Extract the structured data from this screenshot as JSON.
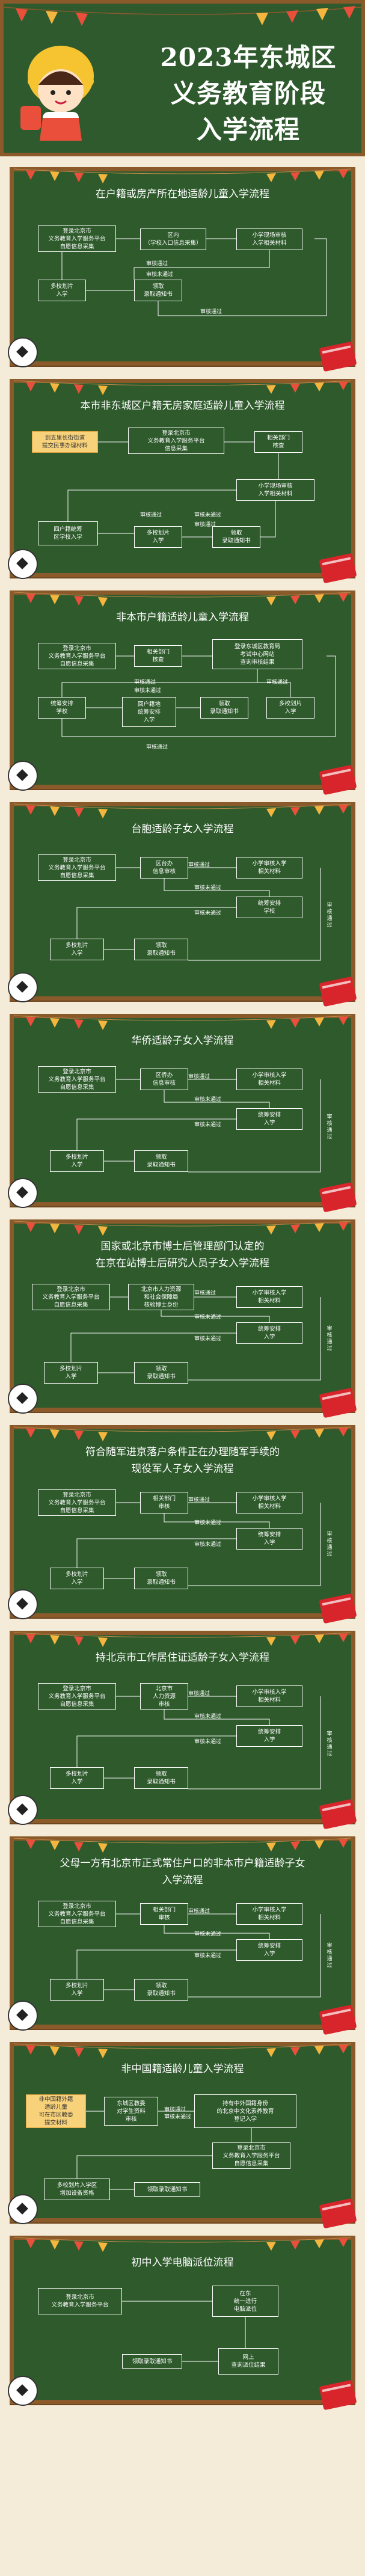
{
  "header": {
    "title": "2023年东城区\n义务教育阶段\n入学流程"
  },
  "boards": [
    {
      "title": "在户籍或房产所在地适龄儿童入学流程",
      "nodes": {
        "a": "登录北京市\n义务教育入学服务平台\n自愿信息采集",
        "b": "区内\n（学校入口信息采集）",
        "c": "小学现场审核\n入学相关材料",
        "d": "多校划片\n入学",
        "e": "领取\n录取通知书"
      },
      "labels": {
        "l1": "审核通过",
        "l2": "审核未通过",
        "l3": "审核通过"
      }
    },
    {
      "title": "本市非东城区户籍无房家庭适龄儿童入学流程",
      "nodes": {
        "a": "到五里长街街道\n提交民事办理材料",
        "b": "登录北京市\n义务教育入学服务平台\n信息采集",
        "c": "相关部门\n核查",
        "d": "小学现场审核\n入学相关材料",
        "e": "四户籍统筹\n区学校入学",
        "f": "多校划片\n入学",
        "g": "领取\n录取通知书"
      },
      "labels": {
        "l1": "审核通过",
        "l2": "审核未通过",
        "l3": "审核通过"
      }
    },
    {
      "title": "非本市户籍适龄儿童入学流程",
      "nodes": {
        "a": "登录北京市\n义务教育入学服务平台\n自愿信息采集",
        "b": "相关部门\n核查",
        "c": "登录东城区教育局\n考试中心网站\n查询审核结果",
        "d": "统筹安排\n学校",
        "e": "回户籍地\n统筹安排\n入学",
        "f": "领取\n录取通知书",
        "g": "多校划片\n入学"
      },
      "labels": {
        "l1": "审核通过",
        "l2": "审核未通过",
        "l3": "审核通过",
        "l4": "审核通过"
      }
    },
    {
      "title": "台胞适龄子女入学流程",
      "nodes": {
        "a": "登录北京市\n义务教育入学服务平台\n自愿信息采集",
        "b": "区台办\n信息审核",
        "c": "小学审核入学\n相关材料",
        "d": "统筹安排\n学校",
        "e": "多校划片\n入学",
        "f": "领取\n录取通知书"
      },
      "labels": {
        "l1": "审核通过",
        "l2": "审核未通过",
        "l3": "审核未通过",
        "l4": "审核通过"
      }
    },
    {
      "title": "华侨适龄子女入学流程",
      "nodes": {
        "a": "登录北京市\n义务教育入学服务平台\n自愿信息采集",
        "b": "区侨办\n信息审核",
        "c": "小学审核入学\n相关材料",
        "d": "统筹安排\n入学",
        "e": "多校划片\n入学",
        "f": "领取\n录取通知书"
      },
      "labels": {
        "l1": "审核通过",
        "l2": "审核未通过",
        "l3": "审核未通过",
        "l4": "审核通过"
      }
    },
    {
      "title": "国家或北京市博士后管理部门认定的\n在京在站博士后研究人员子女入学流程",
      "nodes": {
        "a": "登录北京市\n义务教育入学服务平台\n自愿信息采集",
        "b": "北京市人力资源\n和社会保障局\n核验博士身份",
        "c": "小学审核入学\n相关材料",
        "d": "统筹安排\n入学",
        "e": "多校划片\n入学",
        "f": "领取\n录取通知书"
      },
      "labels": {
        "l1": "审核通过",
        "l2": "审核未通过",
        "l3": "审核未通过",
        "l4": "审核通过"
      }
    },
    {
      "title": "符合随军进京落户条件正在办理随军手续的\n现役军人子女入学流程",
      "nodes": {
        "a": "登录北京市\n义务教育入学服务平台\n自愿信息采集",
        "b": "相关部门\n审核",
        "c": "小学审核入学\n相关材料",
        "d": "统筹安排\n入学",
        "e": "多校划片\n入学",
        "f": "领取\n录取通知书"
      },
      "labels": {
        "l1": "审核通过",
        "l2": "审核未通过",
        "l3": "审核未通过",
        "l4": "审核通过"
      }
    },
    {
      "title": "持北京市工作居住证适龄子女入学流程",
      "nodes": {
        "a": "登录北京市\n义务教育入学服务平台\n自愿信息采集",
        "b": "北京市\n人力资源\n审核",
        "c": "小学审核入学\n相关材料",
        "d": "统筹安排\n入学",
        "e": "多校划片\n入学",
        "f": "领取\n录取通知书"
      },
      "labels": {
        "l1": "审核通过",
        "l2": "审核未通过",
        "l3": "审核未通过",
        "l4": "审核通过"
      }
    },
    {
      "title": "父母一方有北京市正式常住户口的非本市户籍适龄子女\n入学流程",
      "nodes": {
        "a": "登录北京市\n义务教育入学服务平台\n自愿信息采集",
        "b": "相关部门\n审核",
        "c": "小学审核入学\n相关材料",
        "d": "统筹安排\n入学",
        "e": "多校划片\n入学",
        "f": "领取\n录取通知书"
      },
      "labels": {
        "l1": "审核通过",
        "l2": "审核未通过",
        "l3": "审核未通过",
        "l4": "审核通过"
      }
    },
    {
      "title": "非中国籍适龄儿童入学流程",
      "nodes": {
        "a": "非中国籍外籍\n适龄儿童\n可在市区教委\n提交材料",
        "b": "东城区教委\n对学生资料\n审核",
        "c": "持有中外国籍身份\n的北京中文化素养教育\n登记入学",
        "d": "登录北京市\n义务教育入学服务平台\n自愿信息采集",
        "e": "多校划片入学区\n增加设备资格",
        "f": "领取录取通知书"
      },
      "labels": {
        "l1": "审核通过",
        "l2": "审核未通过"
      }
    },
    {
      "title": "初中入学电脑派位流程",
      "nodes": {
        "a": "登录北京市\n义务教育入学服务平台",
        "b": "在东\n统一进行\n电脑派位",
        "c": "领取录取通知书",
        "d": "网上\n查询派位结果"
      },
      "labels": {}
    }
  ]
}
